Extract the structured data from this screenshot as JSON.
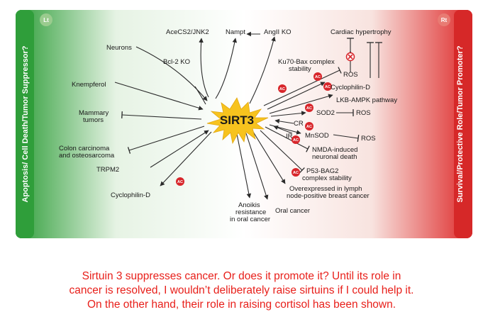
{
  "figure": {
    "corner_left": "Lt",
    "corner_right": "Rt",
    "side_left": "Apoptosis/ Cell Death/Tumor Suppressor?",
    "side_right": "Survival/Protective Role/Tumor Promoter?",
    "hub": "SIRT3",
    "ac_badge": "AC",
    "labels": {
      "acecs2": "AceCS2/JNK2",
      "nampt": "Nampt",
      "angii": "AngII KO",
      "cardiac": "Cardiac hypertrophy",
      "neurons": "Neurons",
      "bcl2": "Bcl-2 KO",
      "ku70_1": "Ku70-Bax complex",
      "ku70_2": "stability",
      "ros1": "ROS",
      "knempferol": "Knempferol",
      "cyclod_r": "Cyclophilin-D",
      "lkb": "LKB-AMPK pathway",
      "mammary_1": "Mammary",
      "mammary_2": "tumors",
      "sod2": "SOD2",
      "ros2": "ROS",
      "cr": "CR",
      "ir": "IR",
      "mnsod": "MnSOD",
      "ros3": "ROS",
      "colon_1": "Colon carcinoma",
      "colon_2": "and osteosarcoma",
      "nmda_1": "NMDA-induced",
      "nmda_2": "neuronal death",
      "trpm2": "TRPM2",
      "p53_1": "P53-BAG2",
      "p53_2": "complex stability",
      "over_1": "Overexpressed in lymph",
      "over_2": "node-positive breast cancer",
      "cyclod_l": "Cyclophilin-D",
      "anoikis_1": "Anoikis",
      "anoikis_2": "resistance",
      "anoikis_3": "in oral cancer",
      "oral": "Oral cancer"
    },
    "colors": {
      "left_gradient": "#2f9e3a",
      "right_gradient": "#de2a2a",
      "hub_fill": "#f7c31e",
      "badge": "#d8262b",
      "caption": "#e8201b"
    }
  },
  "caption": {
    "line1": "Sirtuin 3 suppresses cancer. Or does it promote it? Until its role in",
    "line2": "cancer is resolved, I wouldn’t deliberately raise sirtuins if I could help it.",
    "line3": "On the other hand, their role in raising cortisol has been shown."
  }
}
